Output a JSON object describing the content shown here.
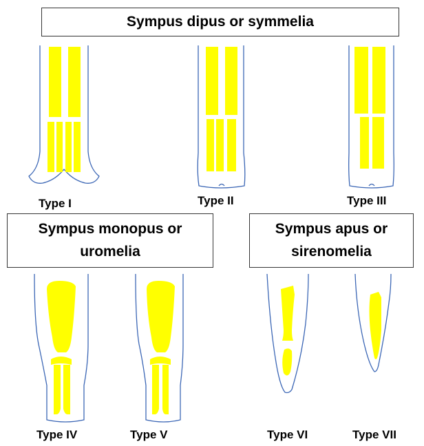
{
  "headings": {
    "dipus": "Sympus dipus or symmelia",
    "monopus_line1": "Sympus monopus or",
    "monopus_line2": "uromelia",
    "apus_line1": "Sympus apus or",
    "apus_line2": "sirenomelia"
  },
  "types": {
    "type_1": "Type I",
    "type_2": "Type II",
    "type_3": "Type III",
    "type_4": "Type IV",
    "type_5": "Type V",
    "type_6": "Type VI",
    "type_7": "Type VII"
  },
  "colors": {
    "bone": "#ffff00",
    "outline": "#3b66b5",
    "border": "#333333",
    "text": "#000000"
  }
}
